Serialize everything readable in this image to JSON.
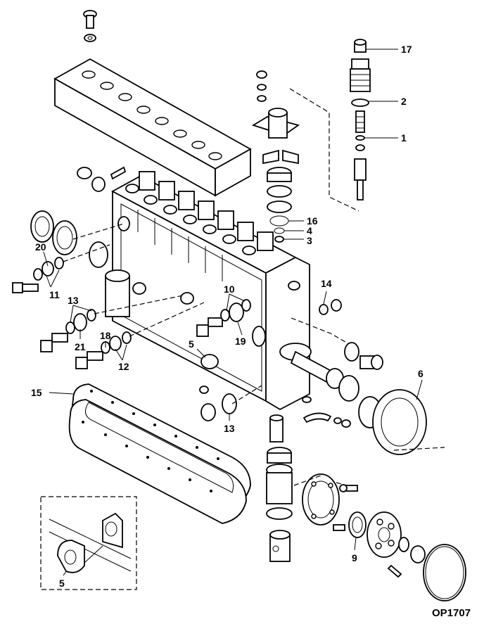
{
  "diagram": {
    "drawing_code": "OP1707",
    "callouts": [
      "17",
      "2",
      "1",
      "16",
      "4",
      "3",
      "20",
      "11",
      "13",
      "21",
      "18",
      "12",
      "10",
      "19",
      "5",
      "14",
      "6",
      "15",
      "13",
      "9",
      "5"
    ]
  }
}
